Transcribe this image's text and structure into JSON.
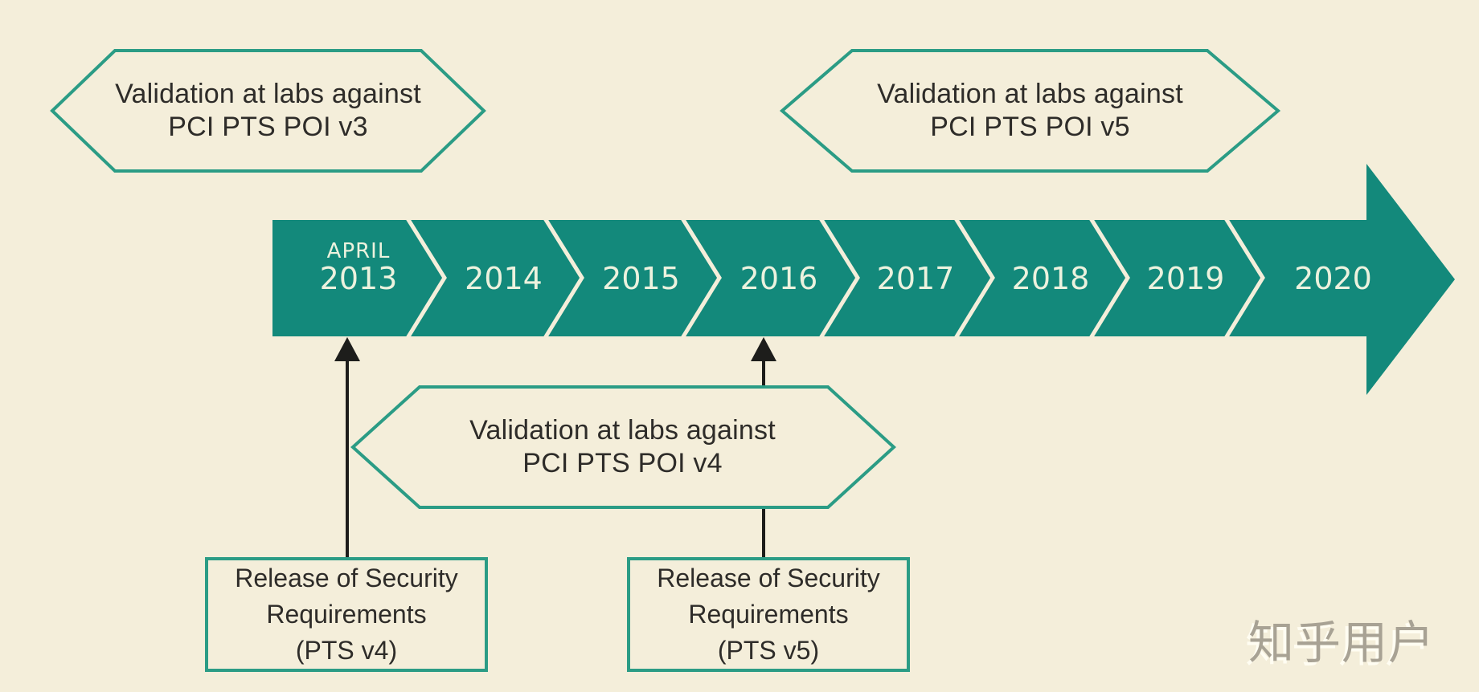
{
  "colors": {
    "background": "#f4eeda",
    "timeline_band": "#13897b",
    "shape_outline": "#2b9c85",
    "dark_text": "#2e2c29",
    "timeline_text": "#ecf2de",
    "connector_line": "#1d1d1b",
    "watermark_text": "#a8a294"
  },
  "hexagon_callouts": [
    {
      "id": "pci-pts-poi-v3",
      "line1": "Validation at labs against",
      "line2": "PCI PTS POI v3"
    },
    {
      "id": "pci-pts-poi-v5",
      "line1": "Validation at labs against",
      "line2": "PCI PTS POI v5"
    },
    {
      "id": "pci-pts-poi-v4",
      "line1": "Validation at labs against",
      "line2": "PCI PTS POI v4"
    }
  ],
  "timeline": {
    "first_segment": {
      "month": "APRIL",
      "year": "2013"
    },
    "years": [
      "2014",
      "2015",
      "2016",
      "2017",
      "2018",
      "2019",
      "2020"
    ]
  },
  "release_boxes": [
    {
      "id": "pts-v4",
      "line1": "Release of Security",
      "line2": "Requirements",
      "line3": "(PTS v4)"
    },
    {
      "id": "pts-v5",
      "line1": "Release of Security",
      "line2": "Requirements",
      "line3": "(PTS v5)"
    }
  ],
  "watermark": "知乎用户"
}
